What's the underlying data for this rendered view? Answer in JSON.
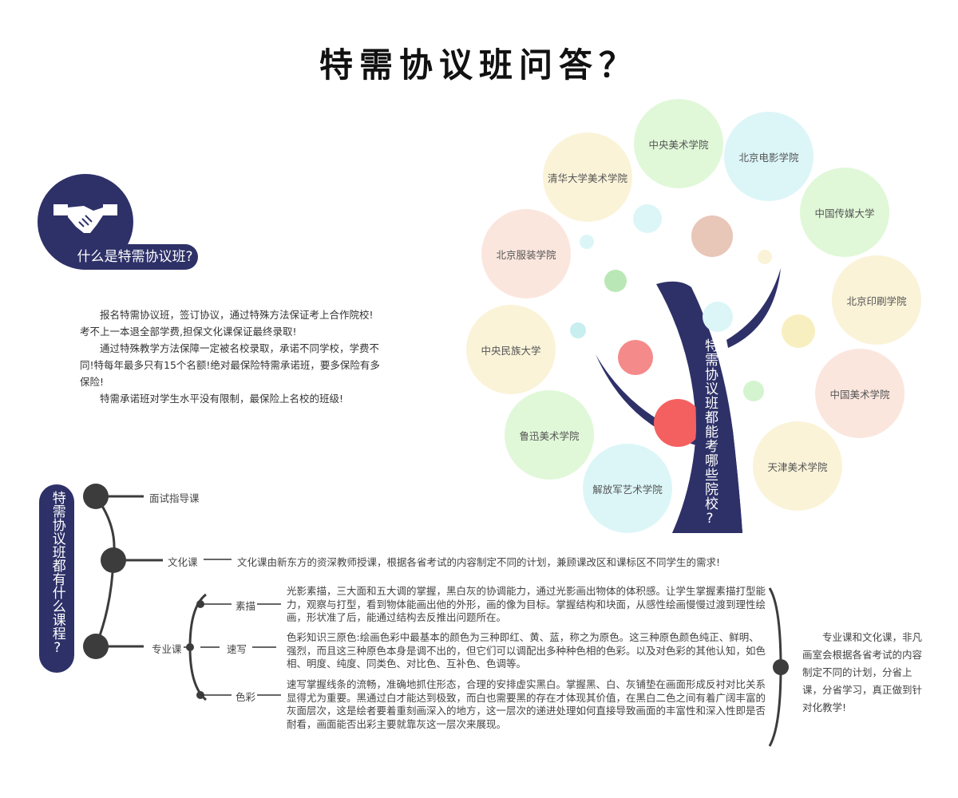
{
  "title": "特需协议班问答？",
  "section1": {
    "question": "什么是特需协议班?",
    "icon": "handshake-icon",
    "paragraphs": [
      "报名特需协议班，签订协议，通过特殊方法保证考上合作院校!考不上一本退全部学费,担保文化课保证最终录取!",
      "通过特殊教学方法保障一定被名校录取，承诺不同学校，学费不同!特每年最多只有15个名额!绝对最保险特需承诺班，要多保险有多保险!",
      "特需承诺班对学生水平没有限制，最保险上名校的班级!"
    ]
  },
  "section2": {
    "tree_label": "特需协议班都能考哪些院校?",
    "schools": [
      "清华大学美术学院",
      "中央美术学院",
      "北京电影学院",
      "中国传媒大学",
      "北京服装学院",
      "北京印刷学院",
      "中央民族大学",
      "中国美术学院",
      "鲁迅美术学院",
      "天津美术学院",
      "解放军艺术学院"
    ]
  },
  "section3": {
    "question": "特需协议班都有什么课程?",
    "courses": {
      "interview": "面试指导课",
      "culture": "文化课",
      "culture_desc": "文化课由新东方的资深教师授课，根据各省考试的内容制定不同的计划，兼顾课改区和课标区不同学生的需求!",
      "major": "专业课",
      "sub": [
        {
          "name": "素描",
          "desc": "光影素描，三大面和五大调的掌握，黑白灰的协调能力，通过光影画出物体的体积感。让学生掌握素描打型能力，观察与打型，看到物体能画出他的外形，画的像为目标。掌握结构和块面，从感性绘画慢慢过渡到理性绘画，形状准了后，能通过结构去反推出问题所在。"
        },
        {
          "name": "速写",
          "desc": "色彩知识三原色:绘画色彩中最基本的颜色为三种即红、黄、蓝，称之为原色。这三种原色颜色纯正、鲜明、强烈，而且这三种原色本身是调不出的，但它们可以调配出多种种色相的色彩。以及对色彩的其他认知，如色相、明度、纯度、同类色、对比色、互补色、色调等。"
        },
        {
          "name": "色彩",
          "desc": "速写掌握线条的流畅，准确地抓住形态，合理的安排虚实黑白。掌握黑、白、灰铺垫在画面形成反衬对比关系显得尤为重要。黑通过白才能达到极致，而白也需要黑的存在才体现其价值，在黑白二色之间有着广阔丰富的灰面层次，这是绘者要着重刻画深入的地方，这一层次的递进处理如何直接导致画面的丰富性和深入性即是否耐看，画面能否出彩主要就靠灰这一层次来展现。"
        }
      ],
      "summary": "专业课和文化课，非凡画室会根据各省考试的内容制定不同的计划，分省上课，分省学习，真正做到针对化教学!"
    }
  },
  "colors": {
    "navy": "#2e3168",
    "dark": "#3c3c3c"
  }
}
